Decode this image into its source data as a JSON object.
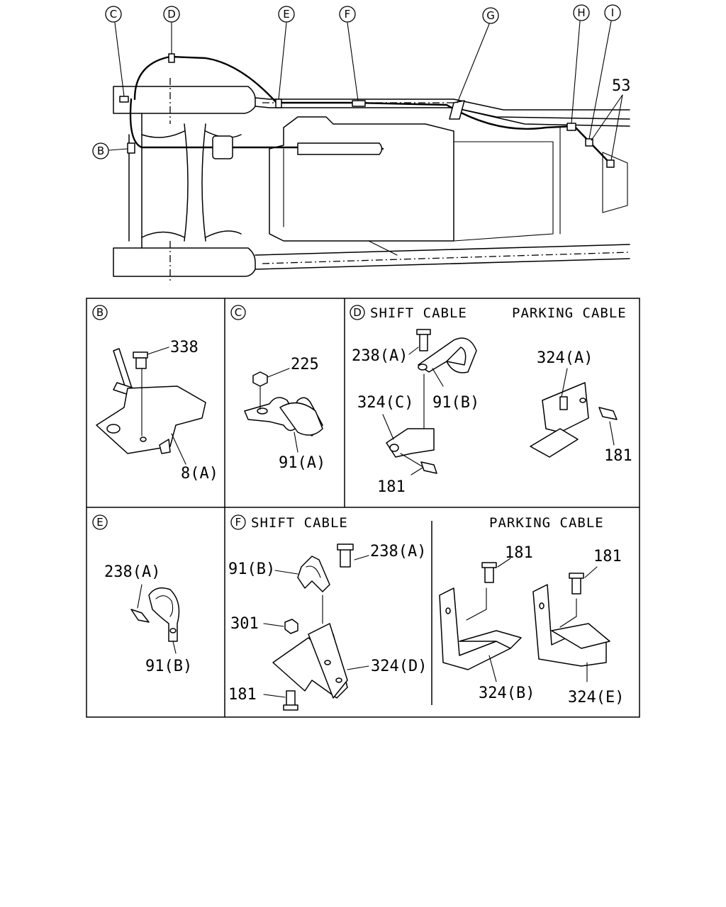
{
  "callouts": {
    "c": "C",
    "d": "D",
    "e": "E",
    "f": "F",
    "g": "G",
    "h": "H",
    "i": "I",
    "b": "B",
    "part_53": "53"
  },
  "panels": {
    "b": {
      "letter": "B",
      "parts": [
        "338",
        "8(A)"
      ]
    },
    "c": {
      "letter": "C",
      "parts": [
        "225",
        "91(A)"
      ]
    },
    "d": {
      "letter": "D",
      "shift_title": "SHIFT CABLE",
      "parking_title": "PARKING CABLE",
      "shift_parts": [
        "238(A)",
        "91(B)",
        "324(C)",
        "181"
      ],
      "parking_parts": [
        "324(A)",
        "181"
      ]
    },
    "e": {
      "letter": "E",
      "parts": [
        "238(A)",
        "91(B)"
      ]
    },
    "f": {
      "letter": "F",
      "shift_title": "SHIFT CABLE",
      "parking_title": "PARKING CABLE",
      "shift_parts": [
        "238(A)",
        "91(B)",
        "301",
        "324(D)",
        "181"
      ],
      "parking_parts": [
        "181",
        "181",
        "324(B)",
        "324(E)"
      ]
    }
  }
}
